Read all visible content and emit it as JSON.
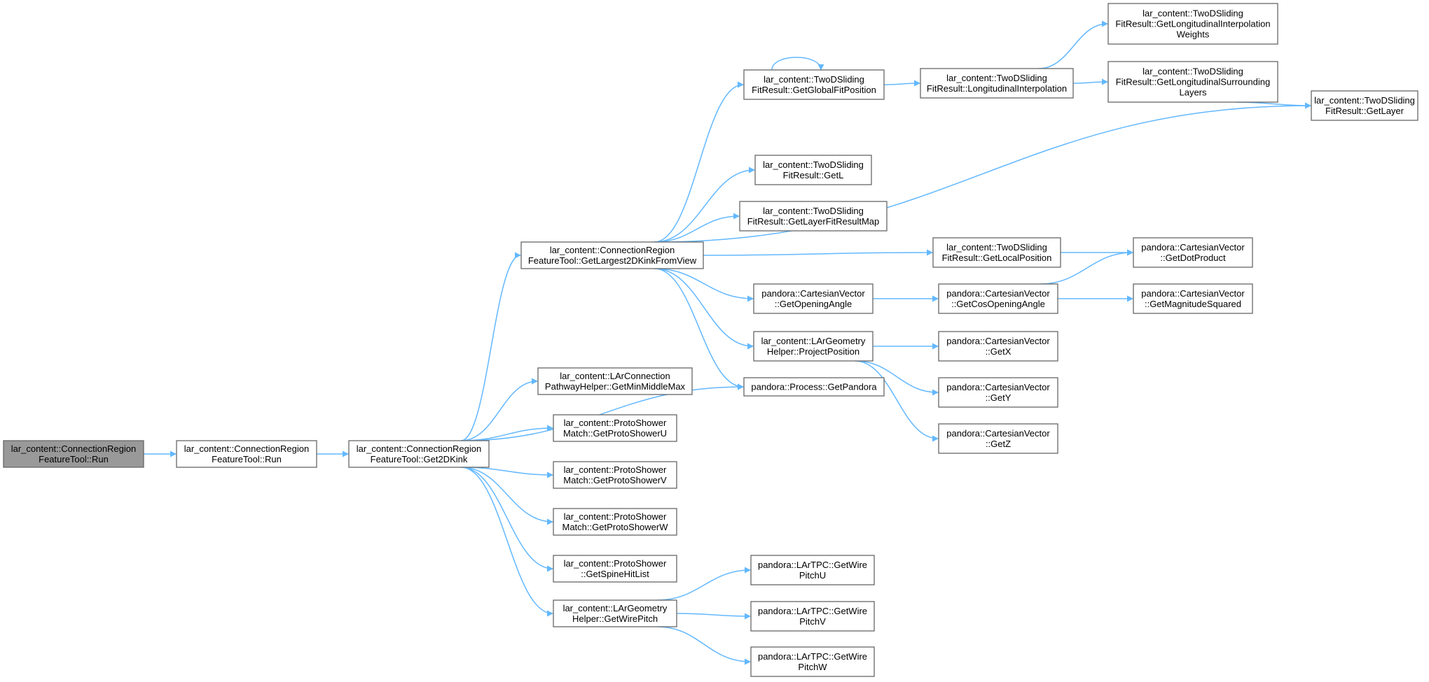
{
  "nodes": [
    {
      "id": "n0",
      "lines": [
        "lar_content::ConnectionRegion",
        "FeatureTool::Run"
      ],
      "root": true
    },
    {
      "id": "n1",
      "lines": [
        "lar_content::ConnectionRegion",
        "FeatureTool::Run"
      ]
    },
    {
      "id": "n2",
      "lines": [
        "lar_content::ConnectionRegion",
        "FeatureTool::Get2DKink"
      ]
    },
    {
      "id": "n3",
      "lines": [
        "lar_content::ConnectionRegion",
        "FeatureTool::GetLargest2DKinkFromView"
      ]
    },
    {
      "id": "n4",
      "lines": [
        "lar_content::LArConnection",
        "PathwayHelper::GetMinMiddleMax"
      ]
    },
    {
      "id": "n5",
      "lines": [
        "lar_content::ProtoShower",
        "Match::GetProtoShowerU"
      ]
    },
    {
      "id": "n6",
      "lines": [
        "lar_content::ProtoShower",
        "Match::GetProtoShowerV"
      ]
    },
    {
      "id": "n7",
      "lines": [
        "lar_content::ProtoShower",
        "Match::GetProtoShowerW"
      ]
    },
    {
      "id": "n8",
      "lines": [
        "lar_content::ProtoShower",
        "::GetSpineHitList"
      ]
    },
    {
      "id": "n9",
      "lines": [
        "lar_content::LArGeometry",
        "Helper::GetWirePitch"
      ]
    },
    {
      "id": "n10",
      "lines": [
        "lar_content::TwoDSliding",
        "FitResult::GetGlobalFitPosition"
      ]
    },
    {
      "id": "n11",
      "lines": [
        "lar_content::TwoDSliding",
        "FitResult::GetL"
      ]
    },
    {
      "id": "n12",
      "lines": [
        "lar_content::TwoDSliding",
        "FitResult::GetLayerFitResultMap"
      ]
    },
    {
      "id": "n13",
      "lines": [
        "pandora::CartesianVector",
        "::GetOpeningAngle"
      ]
    },
    {
      "id": "n14",
      "lines": [
        "lar_content::LArGeometry",
        "Helper::ProjectPosition"
      ]
    },
    {
      "id": "n15",
      "lines": [
        "pandora::Process::GetPandora"
      ]
    },
    {
      "id": "n16",
      "lines": [
        "pandora::LArTPC::GetWire",
        "PitchU"
      ]
    },
    {
      "id": "n17",
      "lines": [
        "pandora::LArTPC::GetWire",
        "PitchV"
      ]
    },
    {
      "id": "n18",
      "lines": [
        "pandora::LArTPC::GetWire",
        "PitchW"
      ]
    },
    {
      "id": "n19",
      "lines": [
        "lar_content::TwoDSliding",
        "FitResult::LongitudinalInterpolation"
      ]
    },
    {
      "id": "n20",
      "lines": [
        "lar_content::TwoDSliding",
        "FitResult::GetLocalPosition"
      ]
    },
    {
      "id": "n21",
      "lines": [
        "pandora::CartesianVector",
        "::GetCosOpeningAngle"
      ]
    },
    {
      "id": "n22",
      "lines": [
        "pandora::CartesianVector",
        "::GetX"
      ]
    },
    {
      "id": "n23",
      "lines": [
        "pandora::CartesianVector",
        "::GetY"
      ]
    },
    {
      "id": "n24",
      "lines": [
        "pandora::CartesianVector",
        "::GetZ"
      ]
    },
    {
      "id": "n25",
      "lines": [
        "lar_content::TwoDSliding",
        "FitResult::GetLongitudinalInterpolation",
        "Weights"
      ]
    },
    {
      "id": "n26",
      "lines": [
        "lar_content::TwoDSliding",
        "FitResult::GetLongitudinalSurrounding",
        "Layers"
      ]
    },
    {
      "id": "n27",
      "lines": [
        "lar_content::TwoDSliding",
        "FitResult::GetLayer"
      ]
    },
    {
      "id": "n28",
      "lines": [
        "pandora::CartesianVector",
        "::GetDotProduct"
      ]
    },
    {
      "id": "n29",
      "lines": [
        "pandora::CartesianVector",
        "::GetMagnitudeSquared"
      ]
    }
  ],
  "edges": [
    [
      "n0",
      "n1"
    ],
    [
      "n1",
      "n2"
    ],
    [
      "n2",
      "n3"
    ],
    [
      "n2",
      "n15"
    ],
    [
      "n2",
      "n4"
    ],
    [
      "n2",
      "n5"
    ],
    [
      "n2",
      "n6"
    ],
    [
      "n2",
      "n7"
    ],
    [
      "n2",
      "n8"
    ],
    [
      "n2",
      "n9"
    ],
    [
      "n3",
      "n10"
    ],
    [
      "n3",
      "n27"
    ],
    [
      "n3",
      "n11"
    ],
    [
      "n3",
      "n12"
    ],
    [
      "n3",
      "n20"
    ],
    [
      "n3",
      "n13"
    ],
    [
      "n3",
      "n14"
    ],
    [
      "n3",
      "n15"
    ],
    [
      "n9",
      "n16"
    ],
    [
      "n9",
      "n17"
    ],
    [
      "n9",
      "n18"
    ],
    [
      "n10",
      "n10"
    ],
    [
      "n10",
      "n19"
    ],
    [
      "n19",
      "n25"
    ],
    [
      "n19",
      "n26"
    ],
    [
      "n26",
      "n27"
    ],
    [
      "n20",
      "n28"
    ],
    [
      "n13",
      "n21"
    ],
    [
      "n21",
      "n28"
    ],
    [
      "n21",
      "n29"
    ],
    [
      "n14",
      "n22"
    ],
    [
      "n14",
      "n23"
    ],
    [
      "n14",
      "n24"
    ]
  ]
}
